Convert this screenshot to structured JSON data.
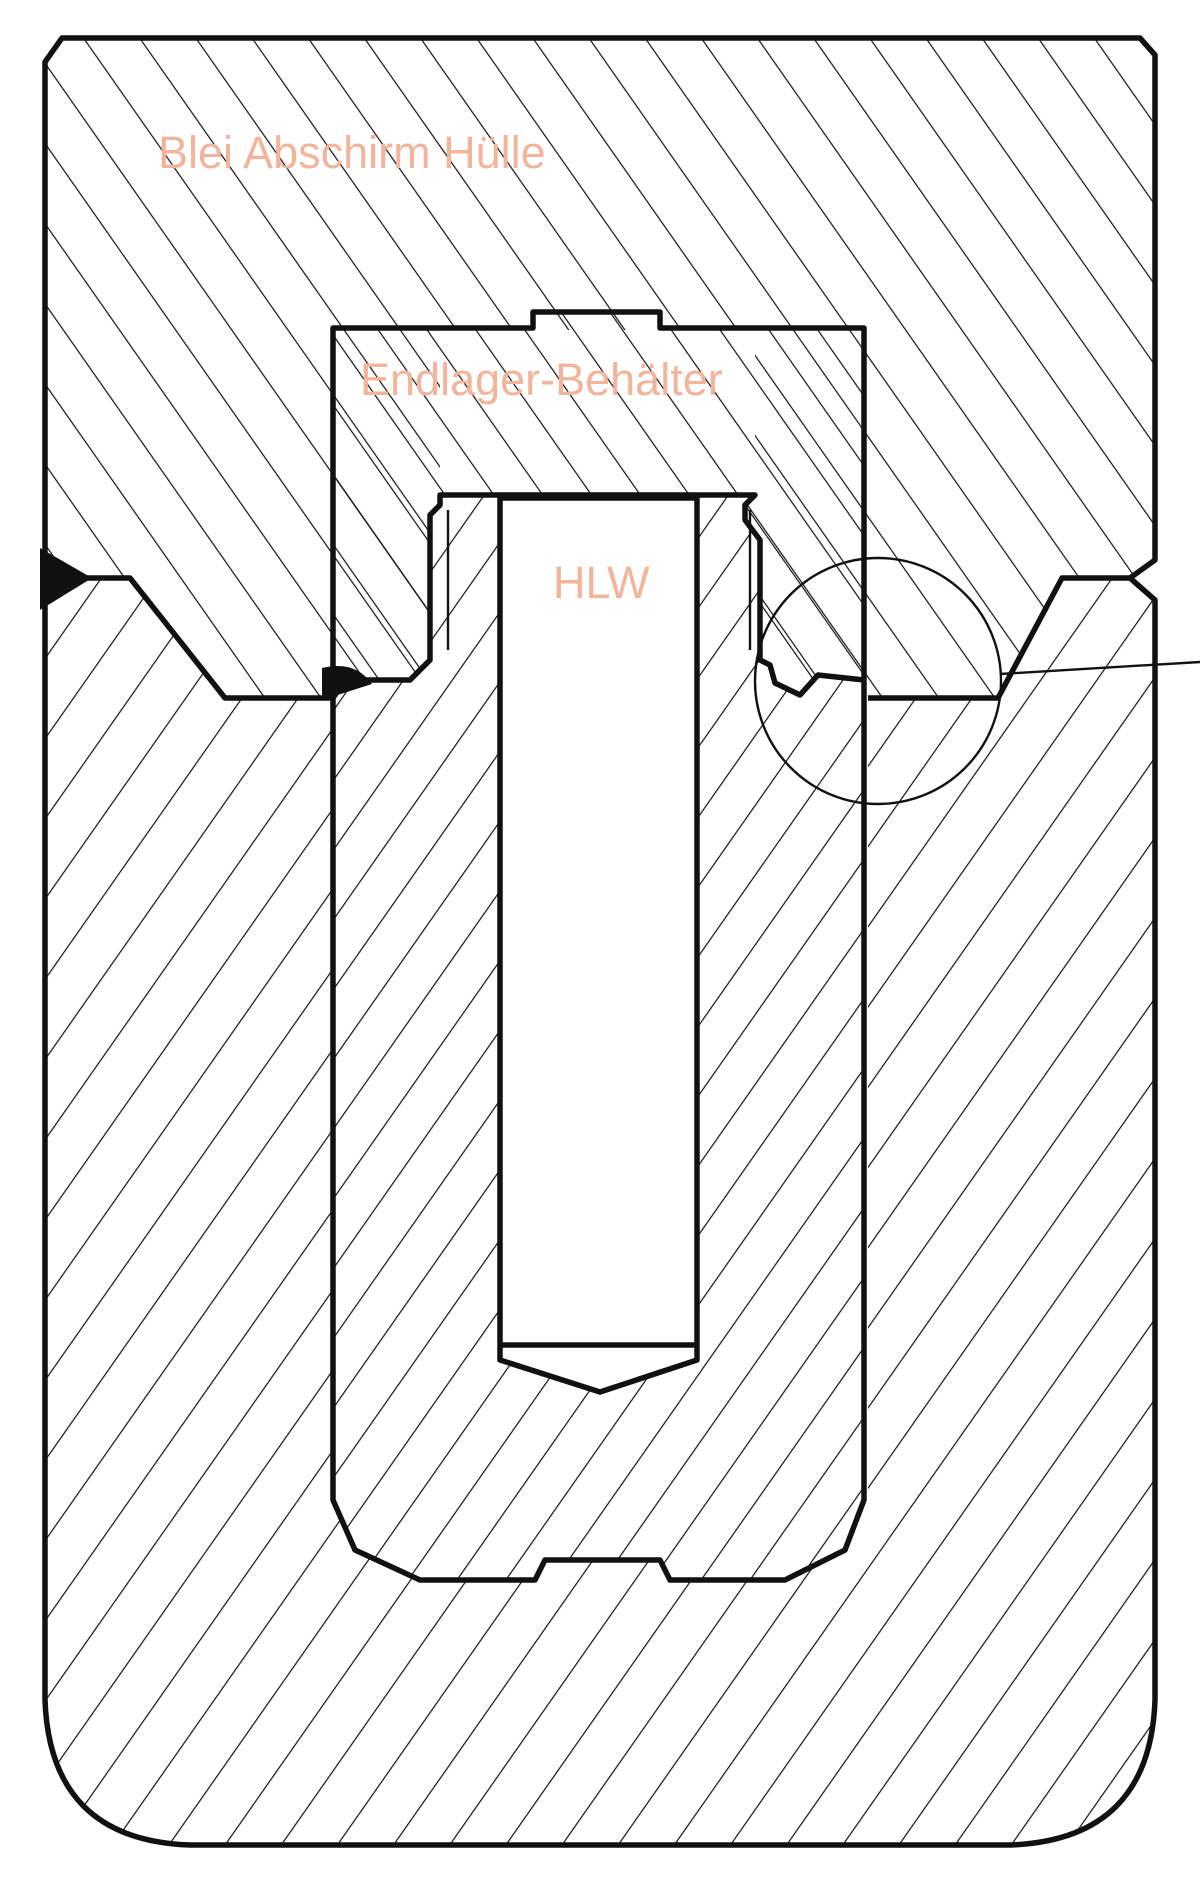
{
  "labels": {
    "shield": "Blei Abschirm Hülle",
    "container": "Endlager-Behälter",
    "core": "HLW"
  },
  "colors": {
    "label": "#f2b49a",
    "line": "#111111",
    "background": "#ffffff"
  }
}
